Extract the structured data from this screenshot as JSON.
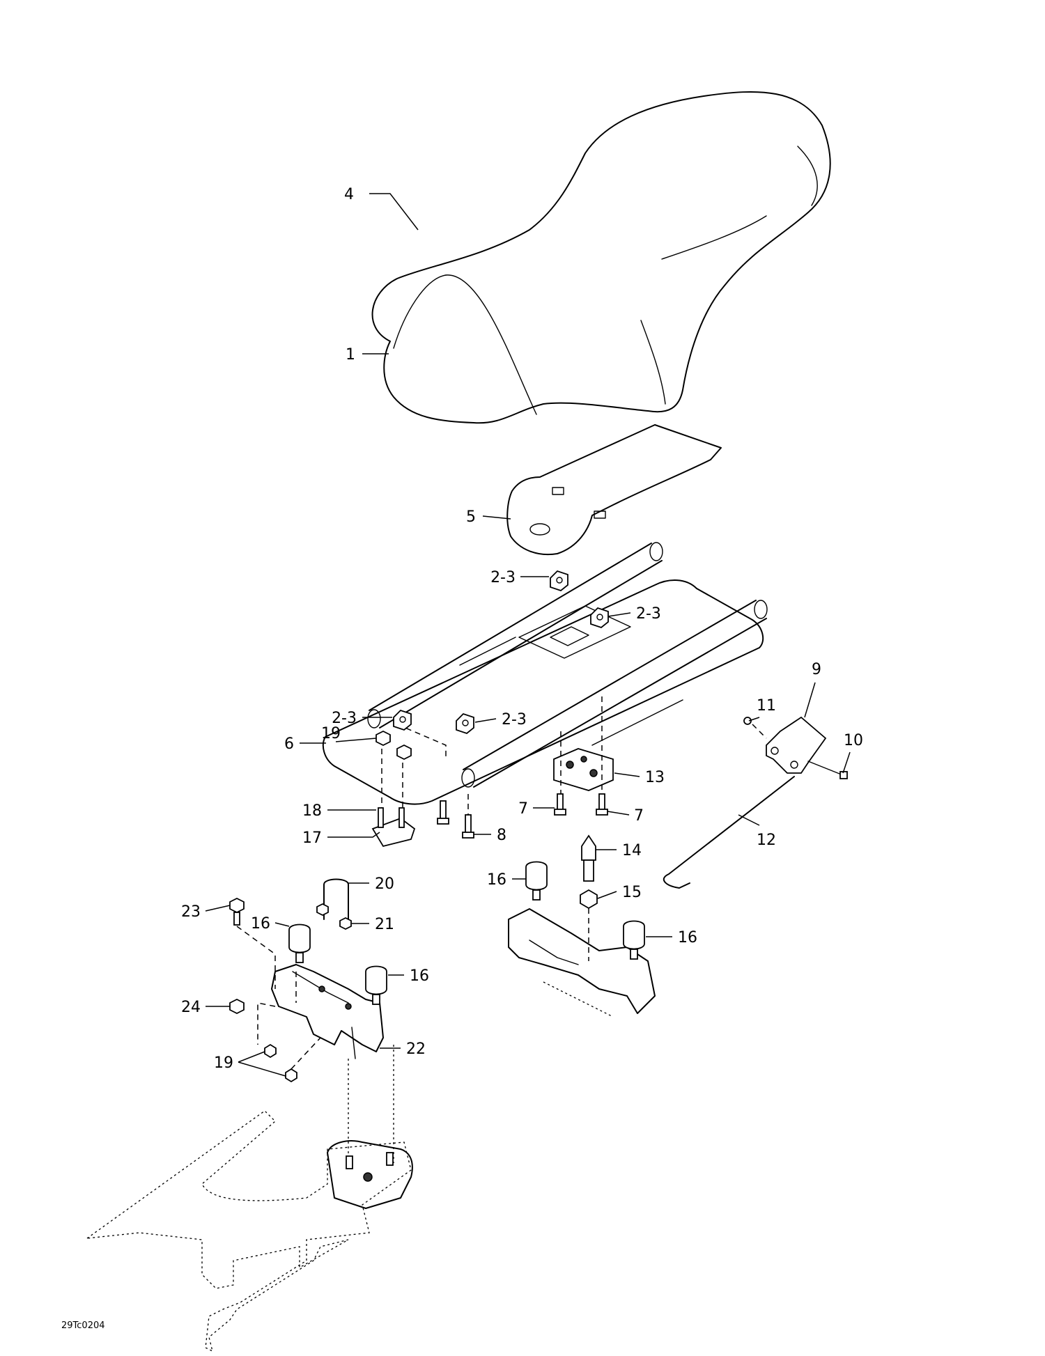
{
  "drawing_code": "29Tc0204",
  "callouts": [
    {
      "id": "c1",
      "text": "1"
    },
    {
      "id": "c4",
      "text": "4"
    },
    {
      "id": "c5",
      "text": "5"
    },
    {
      "id": "c23a",
      "text": "2-3"
    },
    {
      "id": "c23b",
      "text": "2-3"
    },
    {
      "id": "c23c",
      "text": "2-3"
    },
    {
      "id": "c23d",
      "text": "2-3"
    },
    {
      "id": "c19a",
      "text": "19"
    },
    {
      "id": "c6",
      "text": "6"
    },
    {
      "id": "c18",
      "text": "18"
    },
    {
      "id": "c17",
      "text": "17"
    },
    {
      "id": "c8",
      "text": "8"
    },
    {
      "id": "c7a",
      "text": "7"
    },
    {
      "id": "c7b",
      "text": "7"
    },
    {
      "id": "c13",
      "text": "13"
    },
    {
      "id": "c11",
      "text": "11"
    },
    {
      "id": "c9",
      "text": "9"
    },
    {
      "id": "c10",
      "text": "10"
    },
    {
      "id": "c12",
      "text": "12"
    },
    {
      "id": "c14",
      "text": "14"
    },
    {
      "id": "c15",
      "text": "15"
    },
    {
      "id": "c16a",
      "text": "16"
    },
    {
      "id": "c16b",
      "text": "16"
    },
    {
      "id": "c16c",
      "text": "16"
    },
    {
      "id": "c16d",
      "text": "16"
    },
    {
      "id": "c20",
      "text": "20"
    },
    {
      "id": "c21",
      "text": "21"
    },
    {
      "id": "c22",
      "text": "22"
    },
    {
      "id": "c23",
      "text": "23"
    },
    {
      "id": "c24",
      "text": "24"
    },
    {
      "id": "c19b",
      "text": "19"
    }
  ]
}
